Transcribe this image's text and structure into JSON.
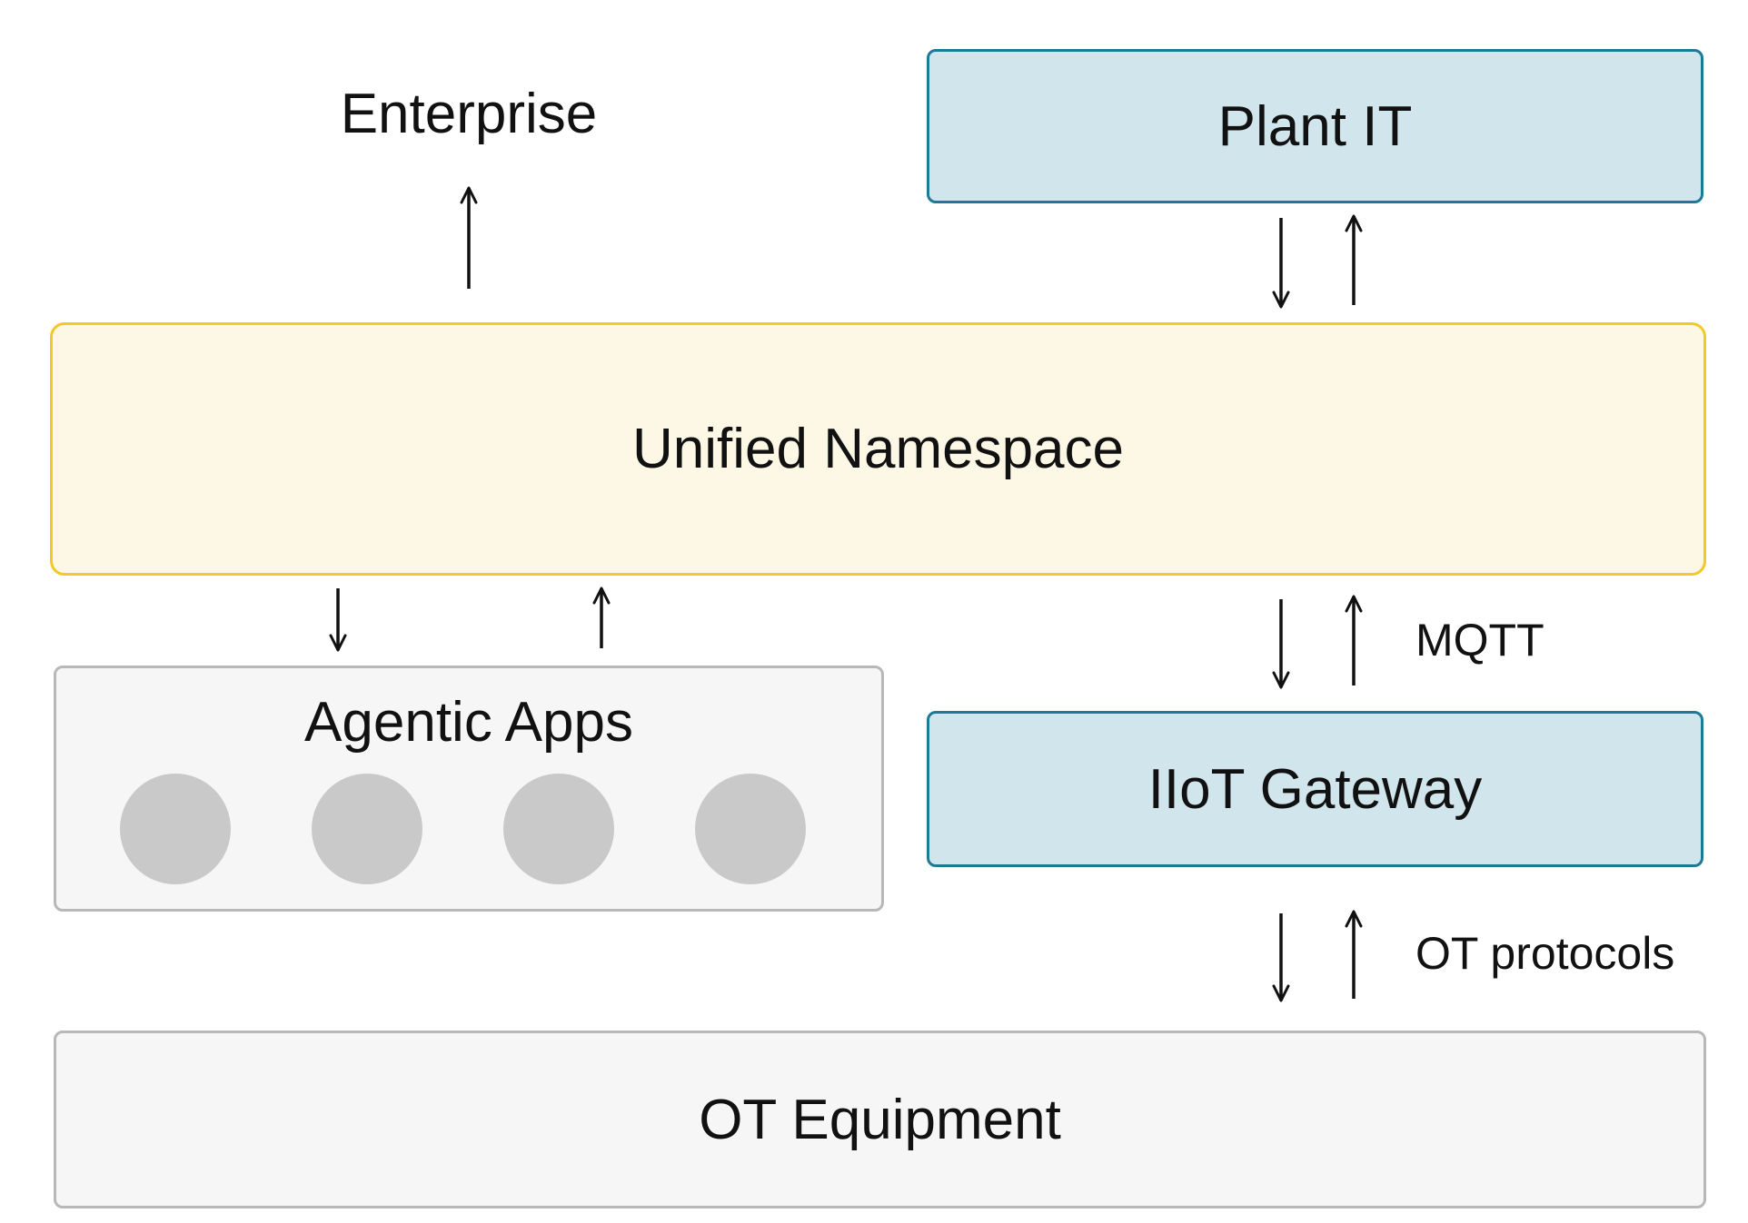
{
  "enterprise": {
    "label": "Enterprise"
  },
  "plant_it": {
    "label": "Plant IT"
  },
  "unified_namespace": {
    "label": "Unified Namespace"
  },
  "agentic_apps": {
    "label": "Agentic Apps",
    "app_count": 4
  },
  "iiot_gateway": {
    "label": "IIoT Gateway"
  },
  "ot_equipment": {
    "label": "OT Equipment"
  },
  "links": {
    "mqtt_label": "MQTT",
    "ot_protocols_label": "OT protocols"
  },
  "colors": {
    "plant_box_fill": "#d0e5ec",
    "plant_box_border": "#1d7a96",
    "namespace_fill": "#fdf8e6",
    "namespace_border": "#f1c928",
    "neutral_fill": "#f6f6f6",
    "neutral_border": "#b8b8b8",
    "app_dot": "#c9c9c9"
  }
}
